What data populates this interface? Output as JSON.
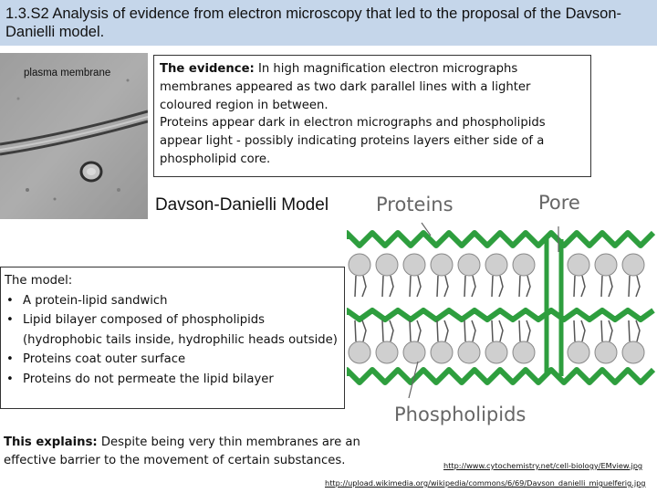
{
  "slide": {
    "title": "1.3.S2 Analysis of evidence from electron microscopy that led to the proposal of the Davson-Danielli model."
  },
  "micrograph": {
    "label": "plasma membrane"
  },
  "evidence": {
    "heading": "The evidence:",
    "text_1": " In high magnification electron micrographs membranes appeared as two dark parallel lines with a lighter coloured region in between.",
    "text_2": "Proteins appear dark in electron micrographs and phospholipids appear light - possibly indicating proteins layers either side of a phospholipid core."
  },
  "model": {
    "title": "Davson-Danielli Model",
    "heading": "The model:",
    "bullets": [
      "A protein-lipid sandwich",
      "Lipid bilayer composed of phospholipids (hydrophobic tails inside, hydrophilic heads outside)",
      "Proteins coat outer surface",
      "Proteins do not permeate the lipid bilayer"
    ]
  },
  "diagram": {
    "label_proteins": "Proteins",
    "label_pore": "Pore",
    "label_phospholipids": "Phospholipids",
    "protein_color": "#2e9e3e",
    "head_color": "#cfcfcf"
  },
  "explains": {
    "heading": "This explains:",
    "text": " Despite being very thin membranes are an effective barrier to the movement of certain substances."
  },
  "sources": {
    "link_1": "http://www.cytochemistry.net/cell-biology/EMview.jpg",
    "link_2": "http://upload.wikimedia.org/wikipedia/commons/6/69/Davson_danielli_miguelferig.jpg"
  }
}
